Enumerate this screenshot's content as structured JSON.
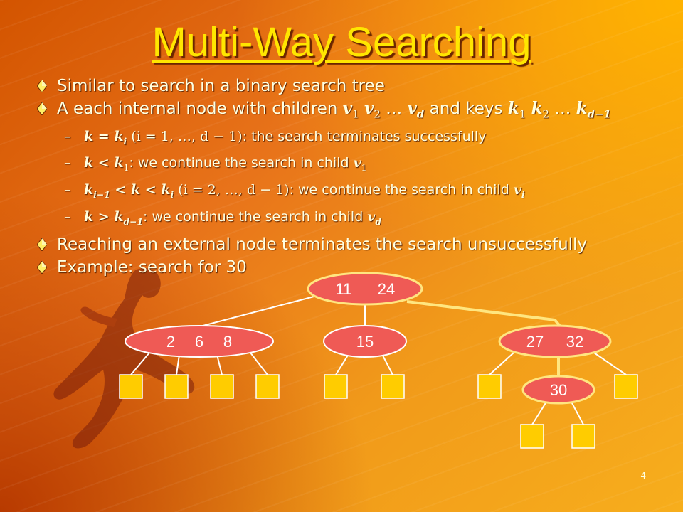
{
  "slide": {
    "title": "Multi-Way Searching",
    "page_number": "4"
  },
  "bullets": {
    "b1": "Similar to search in a binary search tree",
    "b2": {
      "text_a": "A each internal node with children ",
      "v1": "v",
      "v1_sub": "1",
      "v2": "v",
      "v2_sub": "2",
      "dots": " … ",
      "vd": "v",
      "vd_sub": "d",
      "text_b": " and keys ",
      "k1": "k",
      "k1_sub": "1",
      "k2": "k",
      "k2_sub": "2",
      "dots2": " … ",
      "kd": "k",
      "kd_sub": "d−1"
    },
    "sub1": {
      "lhs": "k = k",
      "lhs_sub": "i",
      "cond": " (i = 1, …, d − 1)",
      "text": ": the search terminates successfully"
    },
    "sub2": {
      "lhs": "k < k",
      "lhs_sub": "1",
      "text": ": we continue the search in child ",
      "child": "v",
      "child_sub": "1"
    },
    "sub3": {
      "a": "k",
      "a_sub": "i−1",
      "mid": " < k < k",
      "mid_sub": "i",
      "cond": " (i = 2, …, d − 1)",
      "text": ": we continue the search in child ",
      "child": "v",
      "child_sub": "i"
    },
    "sub4": {
      "lhs": "k > k",
      "lhs_sub": "d−1",
      "text": ": we continue the search in child ",
      "child": "v",
      "child_sub": "d"
    },
    "b3": "Reaching an external node terminates the search unsuccessfully",
    "b4": "Example: search for 30"
  },
  "tree": {
    "root": {
      "k1": "11",
      "k2": "24"
    },
    "left": {
      "k1": "2",
      "k2": "6",
      "k3": "8"
    },
    "middle": {
      "k1": "15"
    },
    "right": {
      "k1": "27",
      "k2": "32"
    },
    "right_child": {
      "k1": "30"
    },
    "node_color": "#ef5a55",
    "leaf_color": "#ffcc00",
    "path_color": "#ffe680"
  },
  "colors": {
    "title": "#ffe600",
    "text": "#ffffe0"
  }
}
